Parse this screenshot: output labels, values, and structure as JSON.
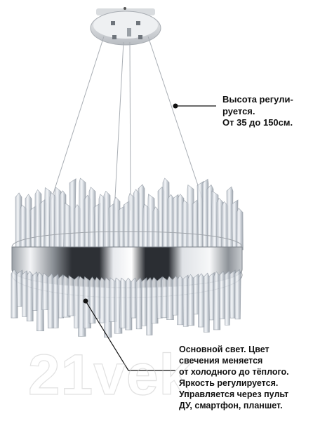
{
  "image": {
    "subject": "chandelier-product",
    "accent_colors": {
      "chrome": "#c8cbd0",
      "dark_band": "#2b2e33",
      "crystal": "#dfe4ea",
      "leader_line": "#111111"
    }
  },
  "callout_height": {
    "lines": [
      "Высота регули-",
      "руется.",
      "От 35 до 150см."
    ]
  },
  "callout_light": {
    "lines": [
      "Основной свет. Цвет",
      "свечения меняется",
      "от холодного до тёплого.",
      "Яркость регулируется.",
      "Управляется через пульт",
      "ДУ, смартфон, планшет."
    ]
  },
  "watermark": {
    "text": "21vek"
  }
}
